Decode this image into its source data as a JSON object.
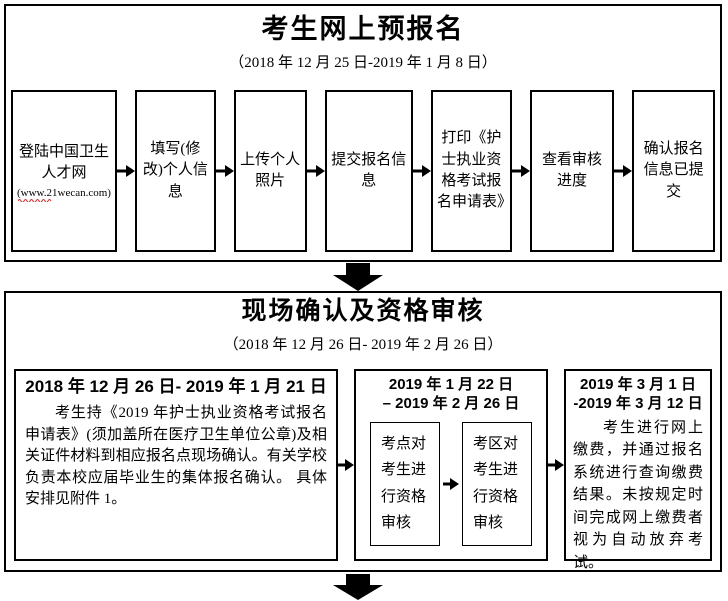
{
  "colors": {
    "line": "#000000",
    "background": "#ffffff",
    "spellcheck_squiggle": "#cc2222"
  },
  "section1": {
    "title": "考生网上预报名",
    "date_range": "（2018 年 12 月 25 日-2019 年 1 月 8 日）",
    "steps": [
      {
        "label": "登陆中国卫生人才网",
        "url": "(www.21wecan.com)"
      },
      {
        "label": "填写(修改)个人信息"
      },
      {
        "label": "上传个人照片"
      },
      {
        "label": "提交报名信息"
      },
      {
        "label": "打印《护士执业资格考试报名申请表》"
      },
      {
        "label": "查看审核进度"
      },
      {
        "label": "确认报名信息已提交"
      }
    ]
  },
  "section2": {
    "title": "现场确认及资格审核",
    "date_range": "（2018 年 12 月 26 日- 2019 年 2 月 26 日）",
    "left_box": {
      "date_header": "2018 年 12 月 26 日- 2019 年 1 月 21 日",
      "body": "考生持《2019 年护士执业资格考试报名申请表》(须加盖所在医疗卫生单位公章)及相关证件材料到相应报名点现场确认。有关学校负责本校应届毕业生的集体报名确认。 具体安排见附件 1。"
    },
    "middle_box": {
      "date_header_line1": "2019 年 1 月 22 日",
      "date_header_line2": "– 2019 年 2 月 26 日",
      "sub_boxes": [
        "考点对考生进行资格审核",
        "考区对考生进行资格审核"
      ]
    },
    "right_box": {
      "date_header_line1": "2019 年 3 月 1 日",
      "date_header_line2": "-2019 年 3 月 12 日",
      "body": "考生进行网上缴费，并通过报名系统进行查询缴费结果。未按规定时间完成网上缴费者视为自动放弃考试。"
    }
  },
  "icons": {
    "step_connector": "arrow-right-icon",
    "section_connector": "arrow-down-icon"
  }
}
